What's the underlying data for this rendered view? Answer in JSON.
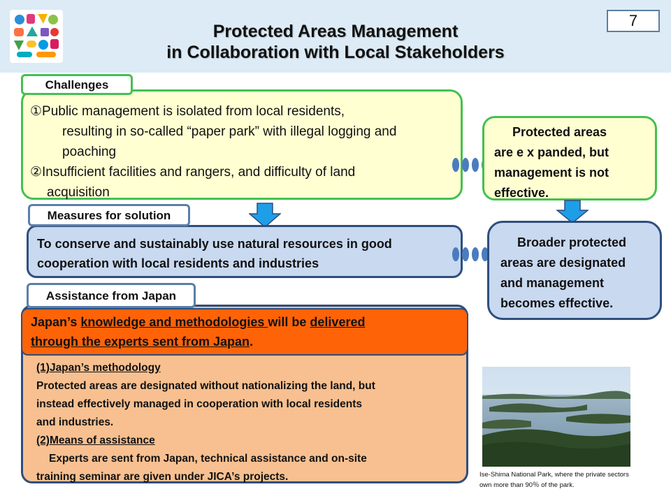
{
  "header": {
    "title_line1": "Protected Areas Management",
    "title_line2": "in Collaboration with Local Stakeholders",
    "page_number": "7"
  },
  "challenges": {
    "tab_label": "Challenges",
    "item1_line1": "①Public management is isolated from local residents,",
    "item1_line2": "resulting in so-called “paper park” with illegal logging and",
    "item1_line3": "poaching",
    "item2_line1": "②Insufficient facilities and rangers, and difficulty of land",
    "item2_line2": "acquisition"
  },
  "result_box_1": {
    "line1": "Protected areas",
    "line2": "are e x panded, but",
    "line3": "management is not",
    "line4": "effective."
  },
  "measures": {
    "tab_label": "Measures for solution",
    "line1": "To conserve and sustainably use natural resources in good",
    "line2": "cooperation with local residents and industries"
  },
  "result_box_2": {
    "line1": "Broader protected",
    "line2": "areas are designated",
    "line3": "and management",
    "line4": "becomes effective."
  },
  "assistance": {
    "tab_label": "Assistance from Japan",
    "banner_part1": "Japan’s ",
    "banner_part2": "knowledge and methodologies ",
    "banner_part3": "will be ",
    "banner_part4": "delivered",
    "banner_part5": "through the experts sent from Japan",
    "banner_part6": ".",
    "method_heading": "(1)Japan’s methodology",
    "method_line1": "Protected areas are designated without nationalizing  the land, but",
    "method_line2": "instead effectively managed in cooperation with local residents",
    "method_line3": "and industries.",
    "means_heading": "(2)Means of assistance",
    "means_line1": "Experts are sent from Japan, technical assistance and on-site",
    "means_line2": "training seminar are given under JICA’s projects."
  },
  "photo": {
    "caption_line1": "Ise-Shima National Park, where the private sectors",
    "caption_line2": "own more than 90％ of the park."
  },
  "icons": {
    "logo": "wildlife-silhouettes-logo-icon",
    "down_arrow": "down-arrow-icon",
    "dotted_arrow": "dotted-right-arrow-icon"
  },
  "colors": {
    "header_bg": "#dcebf5",
    "green_border": "#44c050",
    "yellow_fill": "#ffffd2",
    "blue_fill": "#c8d9f0",
    "navy_border": "#2e4e7e",
    "orange_banner": "#ff6308",
    "peach_fill": "#f8c090",
    "arrow_blue": "#1f9ee8"
  }
}
